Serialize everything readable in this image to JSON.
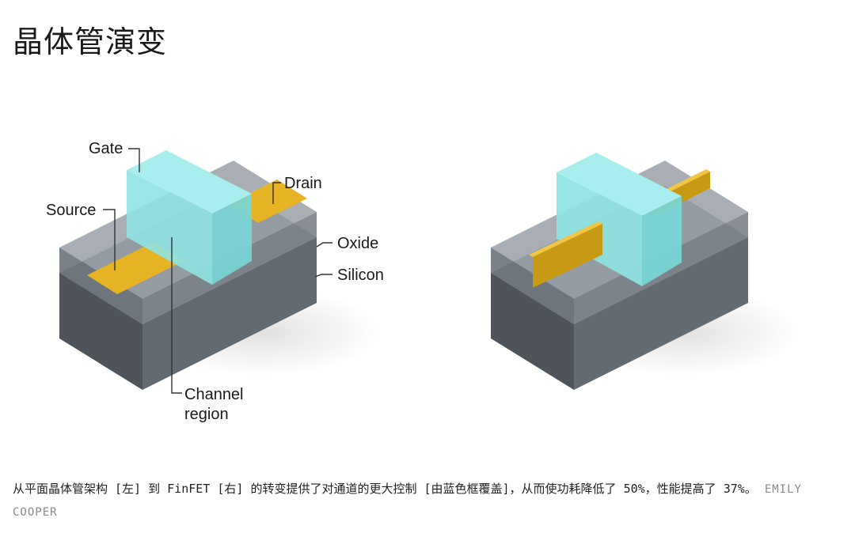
{
  "title": "晶体管演变",
  "labels": {
    "gate": "Gate",
    "drain": "Drain",
    "source": "Source",
    "oxide": "Oxide",
    "silicon": "Silicon",
    "channel_line1": "Channel",
    "channel_line2": "region"
  },
  "caption": {
    "text": "从平面晶体管架构 [左] 到 FinFET [右] 的转变提供了对通道的更大控制 [由蓝色框覆盖]，从而使功耗降低了 50%，性能提高了 37%。",
    "credit": "EMILY COOPER"
  },
  "colors": {
    "gate": "#8fe3e3",
    "contact": "#e6b324",
    "silicon": "#5f646b",
    "oxide": "#8a9097"
  }
}
